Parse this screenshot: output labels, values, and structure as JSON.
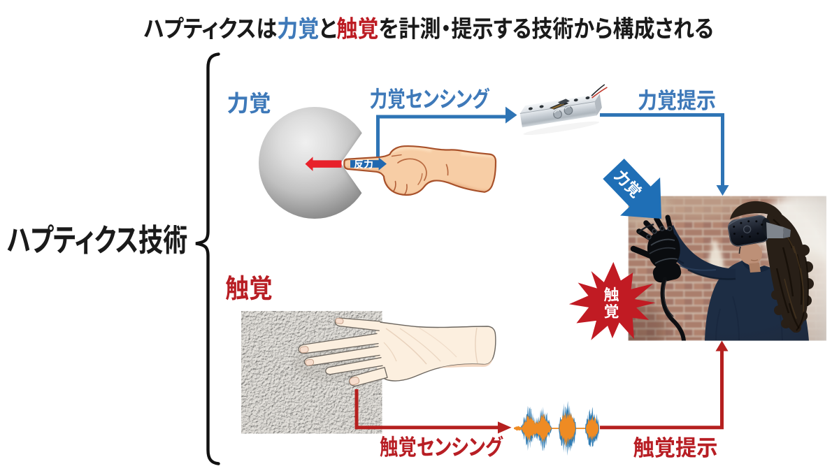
{
  "diagram": {
    "title": {
      "part1": "ハプティクスは",
      "force_word": "力覚",
      "connector": "と",
      "tactile_word": "触覚",
      "part2": "を計測・提示する技術から構成される"
    },
    "brace_label": "ハプティクス技術",
    "force_branch": {
      "label": "力覚",
      "sensing_label": "力覚センシング",
      "display_label": "力覚提示",
      "reaction_arrow_label": "反力",
      "photo_arrow_label": "力覚"
    },
    "tactile_branch": {
      "label": "触覚",
      "sensing_label": "触覚センシング",
      "display_label": "触覚提示",
      "burst_label": "触覚"
    },
    "colors": {
      "blue_text": "#3e79b9",
      "blue_line": "#2e74b5",
      "red_text": "#b81e24",
      "red_line": "#b5201f",
      "red_bright": "#e8212b",
      "starburst_red": "#c11b23",
      "black": "#1a1a1a",
      "background": "#ffffff"
    }
  }
}
